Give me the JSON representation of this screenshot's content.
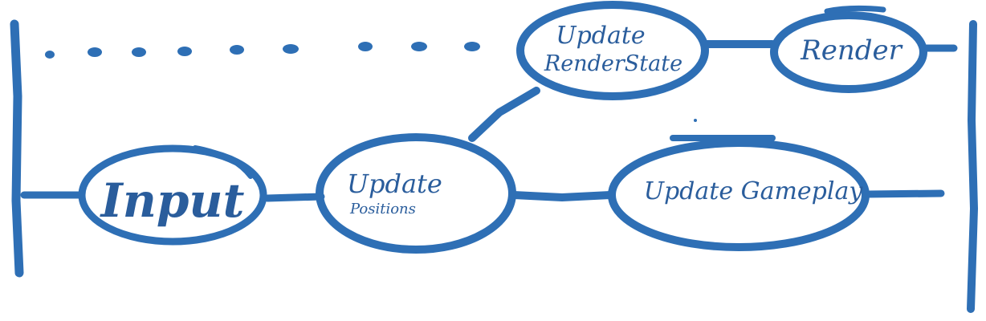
{
  "colors": {
    "ink": "#2e6fb5",
    "text": "#2a5d9c",
    "background": "#ffffff"
  },
  "nodes": {
    "input": {
      "label": "Input"
    },
    "update_positions": {
      "line1": "Update",
      "line2": "Positions"
    },
    "update_gameplay": {
      "label": "Update Gameplay"
    },
    "update_render_state": {
      "line1": "Update",
      "line2": "RenderState"
    },
    "render": {
      "label": "Render"
    }
  }
}
